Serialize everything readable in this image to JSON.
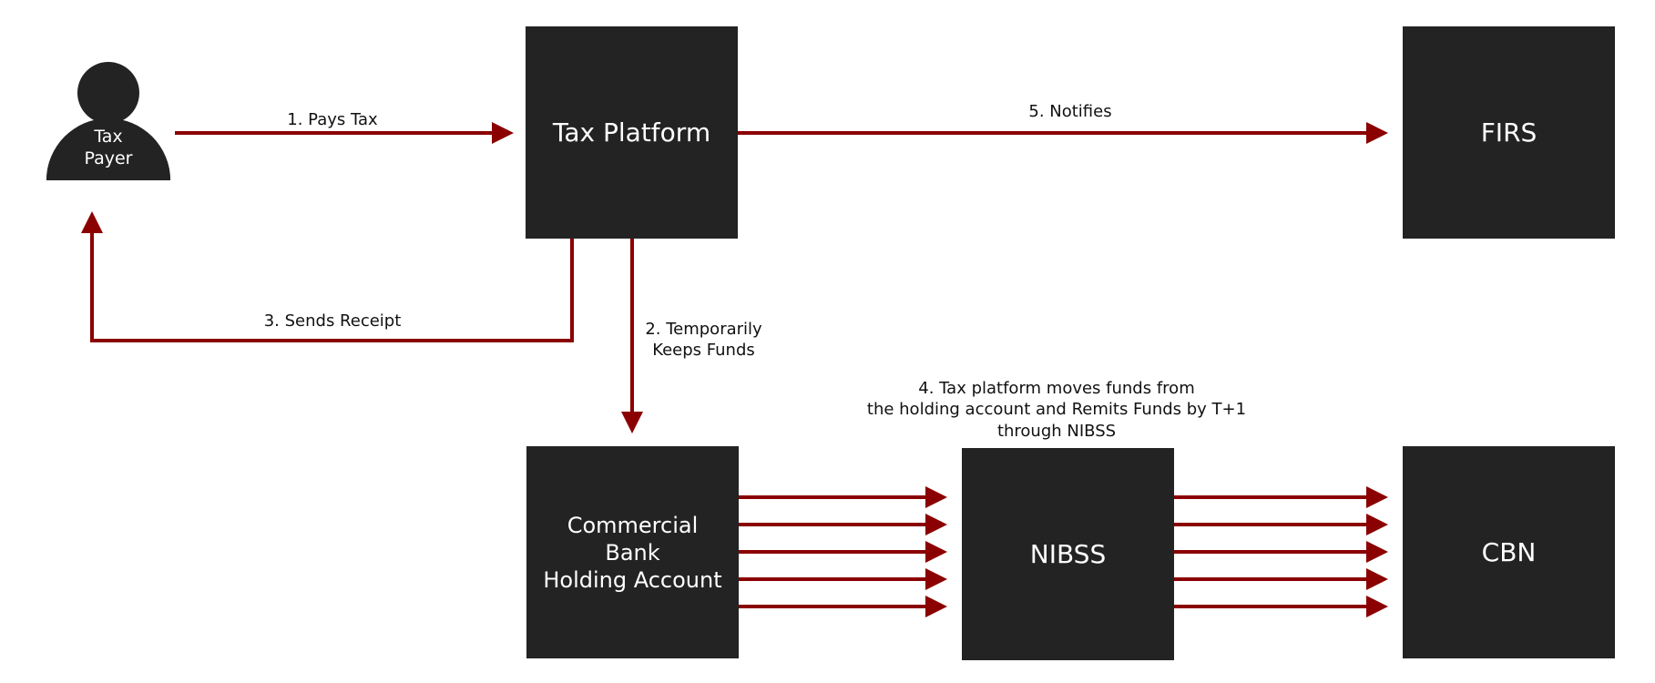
{
  "colors": {
    "node_fill": "#232323",
    "node_text": "#ffffff",
    "edge": "#8b0000",
    "background": "#ffffff"
  },
  "nodes": {
    "taxpayer": {
      "label": "Tax\nPayer",
      "icon": "user-icon"
    },
    "tax_platform": {
      "label": "Tax Platform"
    },
    "firs": {
      "label": "FIRS"
    },
    "holding_account": {
      "label": "Commercial\nBank\nHolding Account"
    },
    "nibss": {
      "label": "NIBSS"
    },
    "cbn": {
      "label": "CBN"
    }
  },
  "edges": {
    "pays_tax": "1. Pays Tax",
    "keeps_funds": "2. Temporarily\nKeeps Funds",
    "sends_receipt": "3. Sends Receipt",
    "remits_funds": "4. Tax platform moves funds from\nthe holding account and Remits Funds by T+1\nthrough NIBSS",
    "notifies": "5. Notifies"
  }
}
